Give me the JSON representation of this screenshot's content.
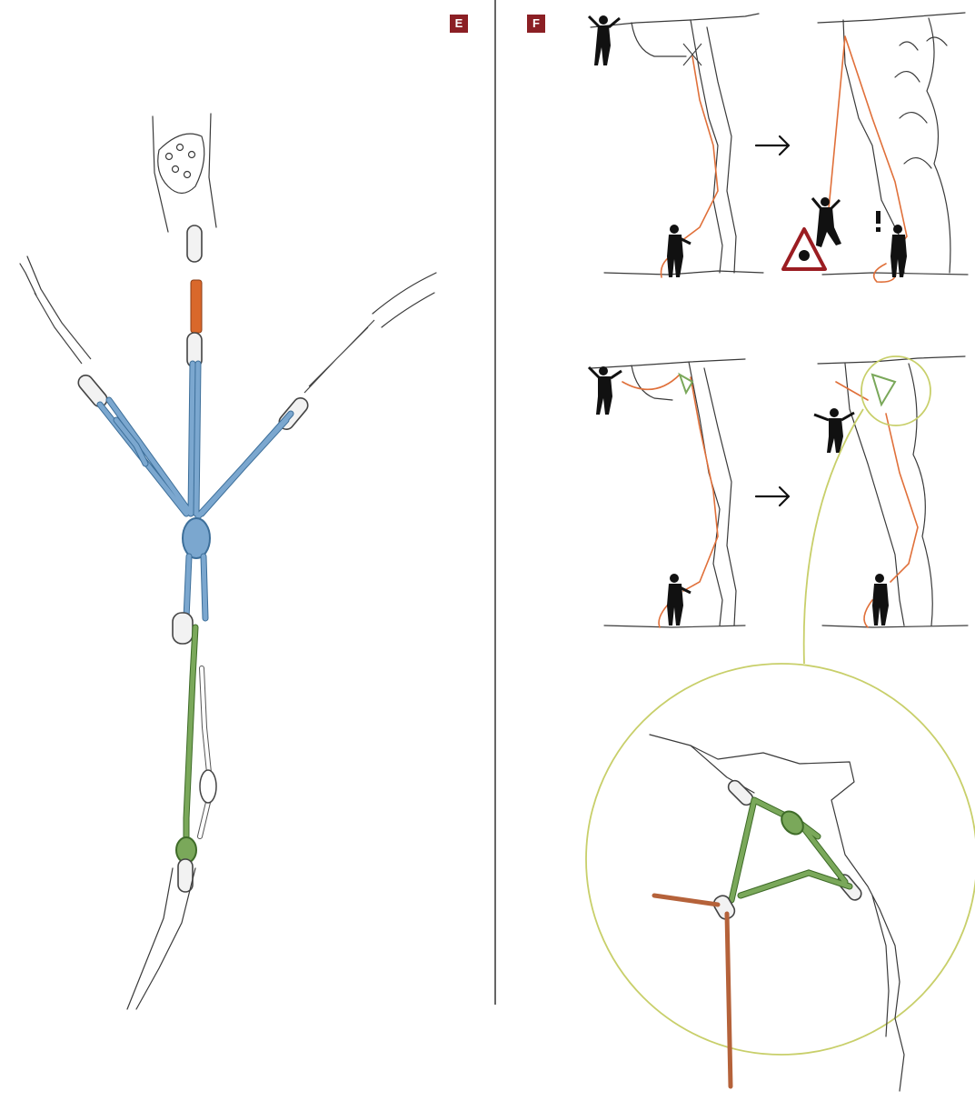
{
  "panels": [
    {
      "id": "E",
      "label": "E",
      "color": "#8b1f24"
    },
    {
      "id": "F",
      "label": "F",
      "color": "#8b1f24"
    }
  ],
  "colors": {
    "cord_blue": "#7ba7cf",
    "cord_green": "#7aa85a",
    "rope_orange": "#e0703a",
    "rope_brown": "#b5623a",
    "zoom_circle": "#c8cf6a",
    "warning_red": "#9b1d22"
  },
  "icons": [
    "arrow-right-icon",
    "warning-triangle-icon",
    "exclamation-icon",
    "climber-figure",
    "belayer-figure"
  ]
}
